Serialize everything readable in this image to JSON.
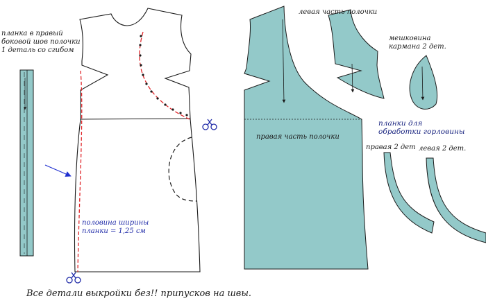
{
  "labels": {
    "strip_right_side": "планка в правый\nбоковой шов полочки\n1 деталь со сгибом",
    "left_front": "левая часть полочки",
    "pocket_bag": "мешковина\nкармана 2 дет.",
    "right_front": "правая часть полочки",
    "neck_facings": "планки для\nобработки горловины",
    "right_2": "правая 2 дет",
    "left_2": "левая 2 дет.",
    "half_width": "половина ширины\nпланки = 1,25 см",
    "footer": "Все детали выкройки без!! припусков на швы."
  },
  "colors": {
    "piece_fill": "#93c9c9",
    "outline": "#1a1a1a",
    "cut_line": "#e0262a",
    "annotation_blue": "#1f2aa8",
    "scissors": "#1f2aa8"
  },
  "icons": [
    "scissors-icon",
    "arrow-icon"
  ]
}
